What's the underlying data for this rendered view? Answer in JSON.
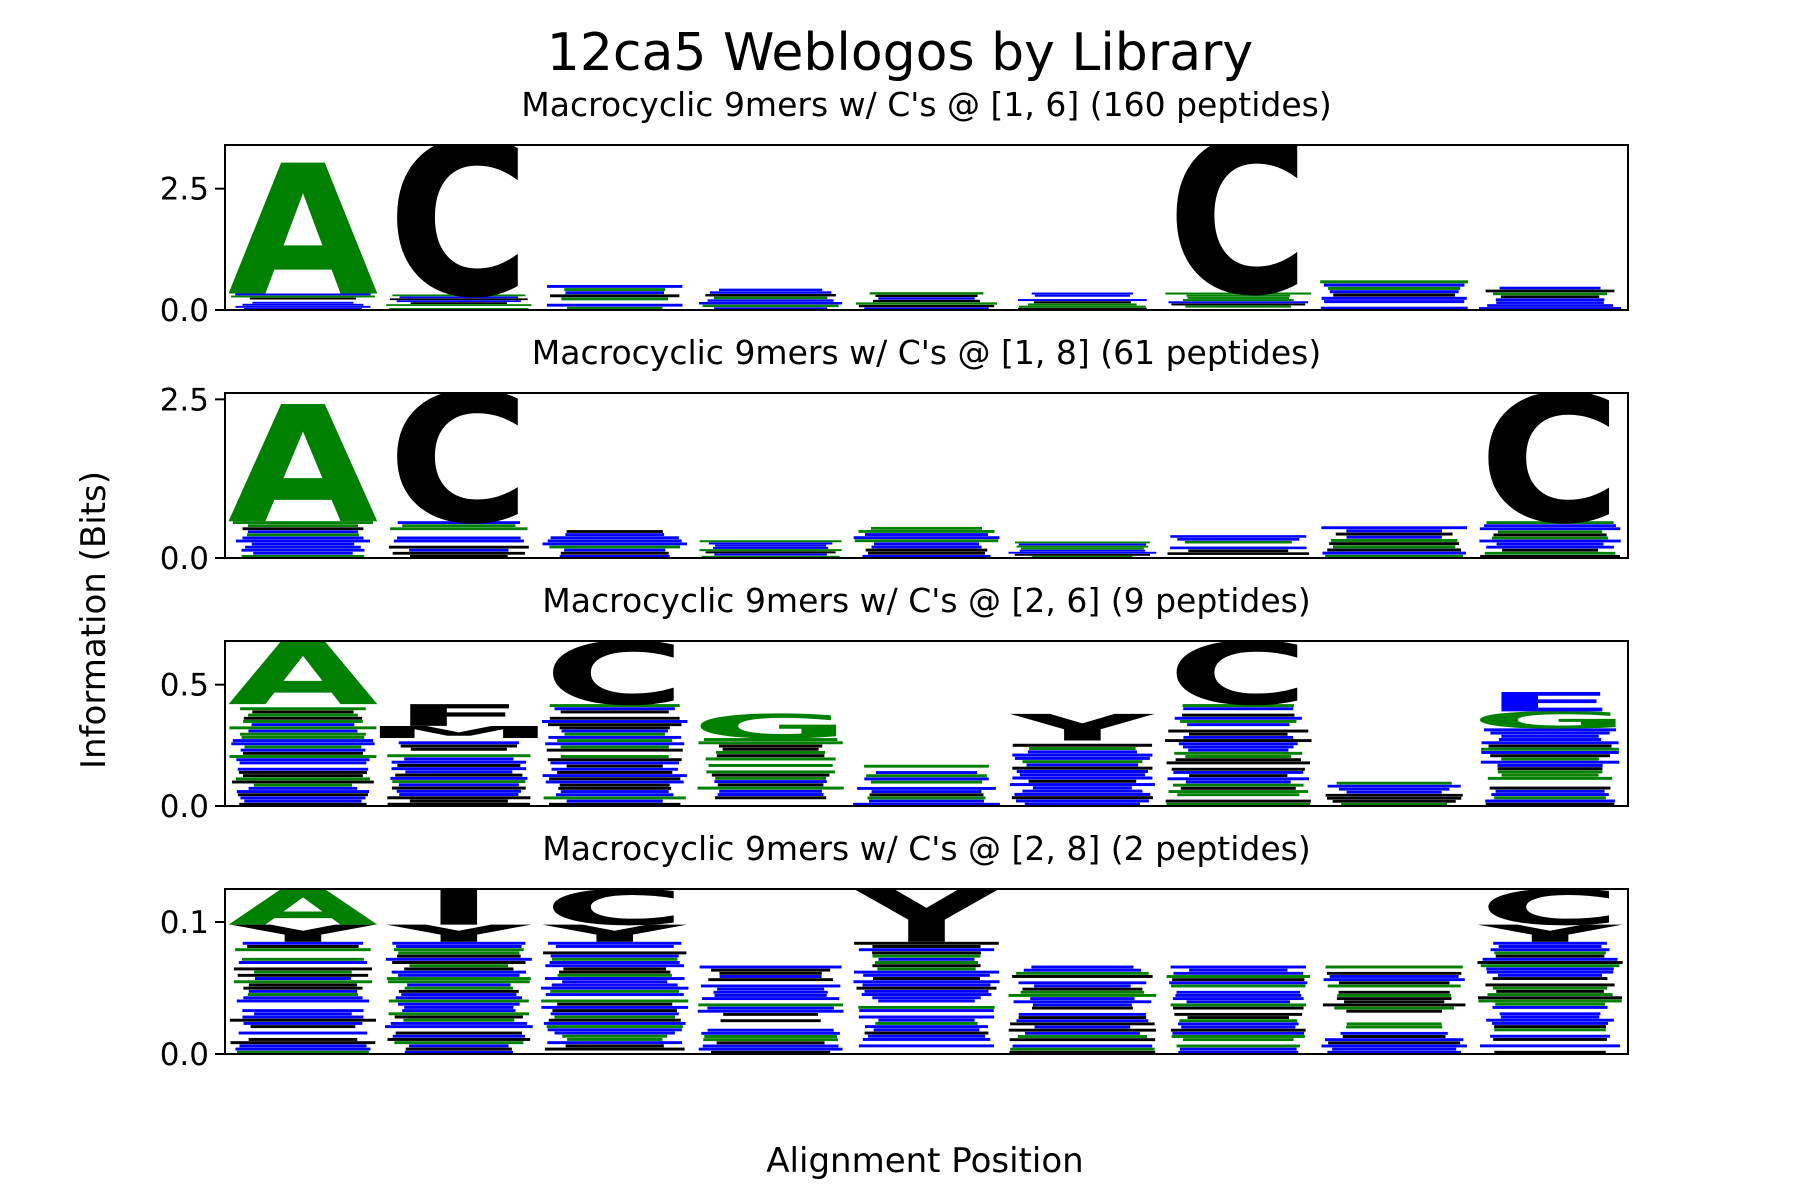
{
  "figure": {
    "title": "12ca5 Weblogos by Library",
    "xlabel": "Alignment Position",
    "ylabel": "Information (Bits)"
  },
  "colors": {
    "black": "#000000",
    "green": "#008000",
    "blue": "#0000ff"
  },
  "chart_data": [
    {
      "type": "logo",
      "title": "Macrocyclic 9mers w/ C's @ [1, 6] (160 peptides)",
      "ylim": [
        0,
        3.4
      ],
      "yticks": [
        "0.0",
        "2.5"
      ],
      "ytick_values": [
        0,
        2.5
      ],
      "positions": [
        {
          "x": 1,
          "stack": [
            [
              "n",
              0.34
            ],
            [
              "A",
              2.7
            ]
          ]
        },
        {
          "x": 2,
          "stack": [
            [
              "n",
              0.32
            ],
            [
              "C",
              3.2
            ]
          ]
        },
        {
          "x": 3,
          "stack": [
            [
              "n",
              0.58
            ]
          ]
        },
        {
          "x": 4,
          "stack": [
            [
              "n",
              0.44
            ]
          ]
        },
        {
          "x": 5,
          "stack": [
            [
              "n",
              0.42
            ]
          ]
        },
        {
          "x": 6,
          "stack": [
            [
              "n",
              0.36
            ]
          ]
        },
        {
          "x": 7,
          "stack": [
            [
              "n",
              0.36
            ],
            [
              "C",
              3.2
            ]
          ]
        },
        {
          "x": 8,
          "stack": [
            [
              "n",
              0.68
            ]
          ]
        },
        {
          "x": 9,
          "stack": [
            [
              "n",
              0.48
            ]
          ]
        }
      ]
    },
    {
      "type": "logo",
      "title": "Macrocyclic 9mers w/ C's @ [1, 8] (61 peptides)",
      "ylim": [
        0,
        2.6
      ],
      "yticks": [
        "0.0",
        "2.5"
      ],
      "ytick_values": [
        0,
        2.5
      ],
      "positions": [
        {
          "x": 1,
          "stack": [
            [
              "n",
              0.58
            ],
            [
              "A",
              1.85
            ]
          ]
        },
        {
          "x": 2,
          "stack": [
            [
              "n",
              0.58
            ],
            [
              "C",
              2.05
            ]
          ]
        },
        {
          "x": 3,
          "stack": [
            [
              "n",
              0.44
            ]
          ]
        },
        {
          "x": 4,
          "stack": [
            [
              "n",
              0.28
            ]
          ]
        },
        {
          "x": 5,
          "stack": [
            [
              "n",
              0.49
            ]
          ]
        },
        {
          "x": 6,
          "stack": [
            [
              "n",
              0.26
            ]
          ]
        },
        {
          "x": 7,
          "stack": [
            [
              "n",
              0.36
            ]
          ]
        },
        {
          "x": 8,
          "stack": [
            [
              "n",
              0.5
            ]
          ]
        },
        {
          "x": 9,
          "stack": [
            [
              "n",
              0.58
            ],
            [
              "C",
              2.02
            ]
          ]
        }
      ]
    },
    {
      "type": "logo",
      "title": "Macrocyclic 9mers w/ C's @ [2, 6] (9 peptides)",
      "ylim": [
        0,
        0.68
      ],
      "yticks": [
        "0.0",
        "0.5"
      ],
      "ytick_values": [
        0,
        0.5
      ],
      "positions": [
        {
          "x": 1,
          "stack": [
            [
              "n",
              0.42
            ],
            [
              "A",
              0.26
            ]
          ]
        },
        {
          "x": 2,
          "stack": [
            [
              "n",
              0.28
            ],
            [
              "M",
              0.05
            ],
            [
              "F",
              0.09
            ]
          ]
        },
        {
          "x": 3,
          "stack": [
            [
              "n",
              0.42
            ],
            [
              "C",
              0.26
            ]
          ]
        },
        {
          "x": 4,
          "stack": [
            [
              "n",
              0.28
            ],
            [
              "G",
              0.1
            ]
          ]
        },
        {
          "x": 5,
          "stack": [
            [
              "n",
              0.17
            ]
          ]
        },
        {
          "x": 6,
          "stack": [
            [
              "n",
              0.27
            ],
            [
              "Y",
              0.11
            ]
          ]
        },
        {
          "x": 7,
          "stack": [
            [
              "n",
              0.42
            ],
            [
              "C",
              0.26
            ]
          ]
        },
        {
          "x": 8,
          "stack": [
            [
              "n",
              0.1
            ]
          ]
        },
        {
          "x": 9,
          "stack": [
            [
              "n",
              0.32
            ],
            [
              "G",
              0.07
            ],
            [
              "E",
              0.08
            ]
          ]
        }
      ]
    },
    {
      "type": "logo",
      "title": "Macrocyclic 9mers w/ C's @ [2, 8] (2 peptides)",
      "ylim": [
        0,
        0.125
      ],
      "yticks": [
        "0.0",
        "0.1"
      ],
      "ytick_values": [
        0,
        0.1
      ],
      "positions": [
        {
          "x": 1,
          "stack": [
            [
              "n",
              0.085
            ],
            [
              "Y",
              0.013
            ],
            [
              "A",
              0.027
            ]
          ]
        },
        {
          "x": 2,
          "stack": [
            [
              "n",
              0.085
            ],
            [
              "Y",
              0.013
            ],
            [
              "I",
              0.027
            ]
          ]
        },
        {
          "x": 3,
          "stack": [
            [
              "n",
              0.085
            ],
            [
              "Y",
              0.013
            ],
            [
              "C",
              0.027
            ]
          ]
        },
        {
          "x": 4,
          "stack": [
            [
              "n",
              0.067
            ]
          ]
        },
        {
          "x": 5,
          "stack": [
            [
              "n",
              0.085
            ],
            [
              "Y",
              0.04
            ]
          ]
        },
        {
          "x": 6,
          "stack": [
            [
              "n",
              0.067
            ]
          ]
        },
        {
          "x": 7,
          "stack": [
            [
              "n",
              0.067
            ]
          ]
        },
        {
          "x": 8,
          "stack": [
            [
              "n",
              0.067
            ]
          ]
        },
        {
          "x": 9,
          "stack": [
            [
              "n",
              0.085
            ],
            [
              "Y",
              0.013
            ],
            [
              "C",
              0.027
            ]
          ]
        }
      ]
    }
  ]
}
